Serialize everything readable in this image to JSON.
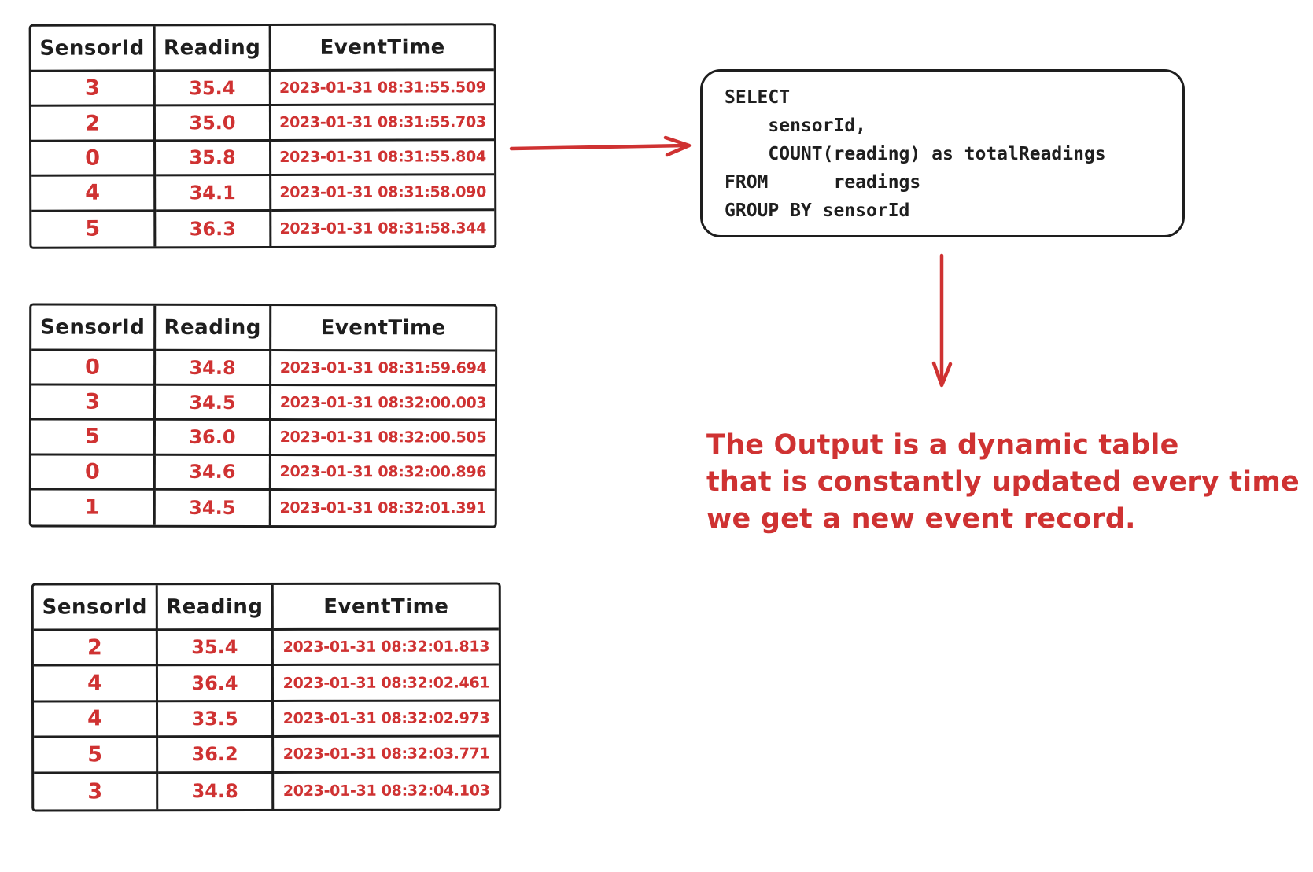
{
  "colors": {
    "ink": "#1e1e1e",
    "red": "#cf3232",
    "background": "#ffffff"
  },
  "tables": [
    {
      "name": "input-batch-1",
      "headers": [
        "SensorId",
        "Reading",
        "EventTime"
      ],
      "rows": [
        [
          "3",
          "35.4",
          "2023-01-31 08:31:55.509"
        ],
        [
          "2",
          "35.0",
          "2023-01-31 08:31:55.703"
        ],
        [
          "0",
          "35.8",
          "2023-01-31 08:31:55.804"
        ],
        [
          "4",
          "34.1",
          "2023-01-31 08:31:58.090"
        ],
        [
          "5",
          "36.3",
          "2023-01-31 08:31:58.344"
        ]
      ]
    },
    {
      "name": "input-batch-2",
      "headers": [
        "SensorId",
        "Reading",
        "EventTime"
      ],
      "rows": [
        [
          "0",
          "34.8",
          "2023-01-31 08:31:59.694"
        ],
        [
          "3",
          "34.5",
          "2023-01-31 08:32:00.003"
        ],
        [
          "5",
          "36.0",
          "2023-01-31 08:32:00.505"
        ],
        [
          "0",
          "34.6",
          "2023-01-31 08:32:00.896"
        ],
        [
          "1",
          "34.5",
          "2023-01-31 08:32:01.391"
        ]
      ]
    },
    {
      "name": "input-batch-3",
      "headers": [
        "SensorId",
        "Reading",
        "EventTime"
      ],
      "rows": [
        [
          "2",
          "35.4",
          "2023-01-31 08:32:01.813"
        ],
        [
          "4",
          "36.4",
          "2023-01-31 08:32:02.461"
        ],
        [
          "4",
          "33.5",
          "2023-01-31 08:32:02.973"
        ],
        [
          "5",
          "36.2",
          "2023-01-31 08:32:03.771"
        ],
        [
          "3",
          "34.8",
          "2023-01-31 08:32:04.103"
        ]
      ]
    }
  ],
  "sql_box": {
    "lines": [
      "SELECT",
      "    sensorId,",
      "    COUNT(reading) as totalReadings",
      "FROM      readings",
      "GROUP BY sensorId"
    ]
  },
  "note": {
    "lines": [
      "The Output is a dynamic table",
      "that is constantly updated every time",
      "we get a new event record."
    ]
  }
}
